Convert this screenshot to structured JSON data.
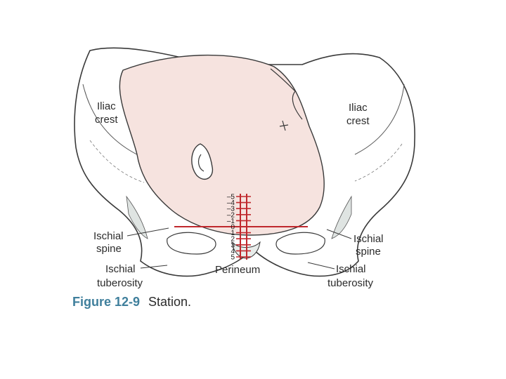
{
  "labels": {
    "iliac_crest_left": [
      "Iliac",
      "crest"
    ],
    "iliac_crest_right": [
      "Iliac",
      "crest"
    ],
    "ischial_spine_left": [
      "Ischial",
      "spine"
    ],
    "ischial_spine_right": [
      "Ischial",
      "spine"
    ],
    "ischial_tuberosity_left": [
      "Ischial",
      "tuberosity"
    ],
    "ischial_tuberosity_right": [
      "Ischial",
      "tuberosity"
    ],
    "perineum": "Perineum"
  },
  "station_scale": {
    "above": [
      "–5",
      "–4",
      "–3",
      "–2",
      "–1"
    ],
    "zero": "0",
    "below": [
      "1",
      "2",
      "3",
      "4",
      "5"
    ]
  },
  "caption": {
    "number": "Figure 12-9",
    "text": "Station."
  },
  "colors": {
    "bone_fill": "#ffffff",
    "bone_outline": "#3a3a3a",
    "head_fill": "#f6e3df",
    "shadow_fill": "#dfe4e2",
    "station_red": "#c0282d",
    "caption_blue": "#3f7f9c"
  }
}
